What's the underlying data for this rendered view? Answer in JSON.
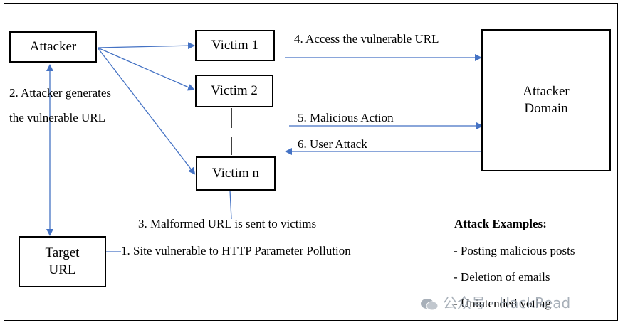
{
  "nodes": {
    "attacker": "Attacker",
    "victim1": "Victim 1",
    "victim2": "Victim 2",
    "victimn": "Victim n",
    "attacker_domain_line1": "Attacker",
    "attacker_domain_line2": "Domain",
    "target_url_line1": "Target",
    "target_url_line2": "URL"
  },
  "labels": {
    "step1": "1. Site vulnerable to HTTP Parameter Pollution",
    "step2_line1": "2. Attacker generates",
    "step2_line2": "the vulnerable URL",
    "step3": "3. Malformed URL is sent to victims",
    "step4": "4. Access the vulnerable URL",
    "step5": "5. Malicious Action",
    "step6": "6. User Attack"
  },
  "examples": {
    "title": "Attack Examples:",
    "items": [
      "- Posting malicious posts",
      "- Deletion of emails",
      "- Unintended voting"
    ]
  },
  "watermark": "公众号 · HackRead",
  "colors": {
    "arrow": "#4472c4",
    "border": "#000000"
  }
}
